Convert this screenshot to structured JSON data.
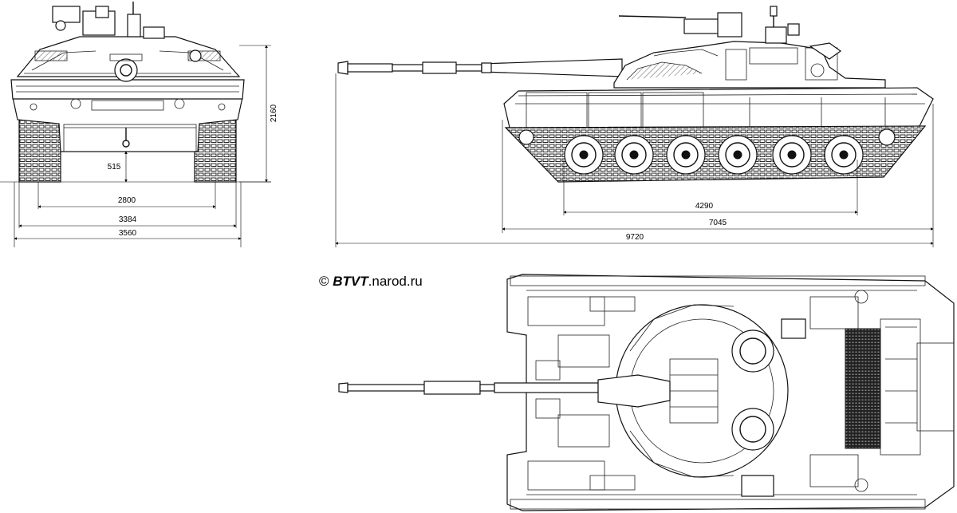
{
  "dimensions": {
    "front_height": "2160",
    "front_clearance": "515",
    "front_track": "2800",
    "front_width_hull": "3384",
    "front_width_total": "3560",
    "side_wheelbase": "4290",
    "side_hull_length": "7045",
    "side_total_length": "9720"
  },
  "credit": {
    "symbol": "©",
    "site_bold": "BTVT",
    "site_rest": ".narod.ru"
  }
}
